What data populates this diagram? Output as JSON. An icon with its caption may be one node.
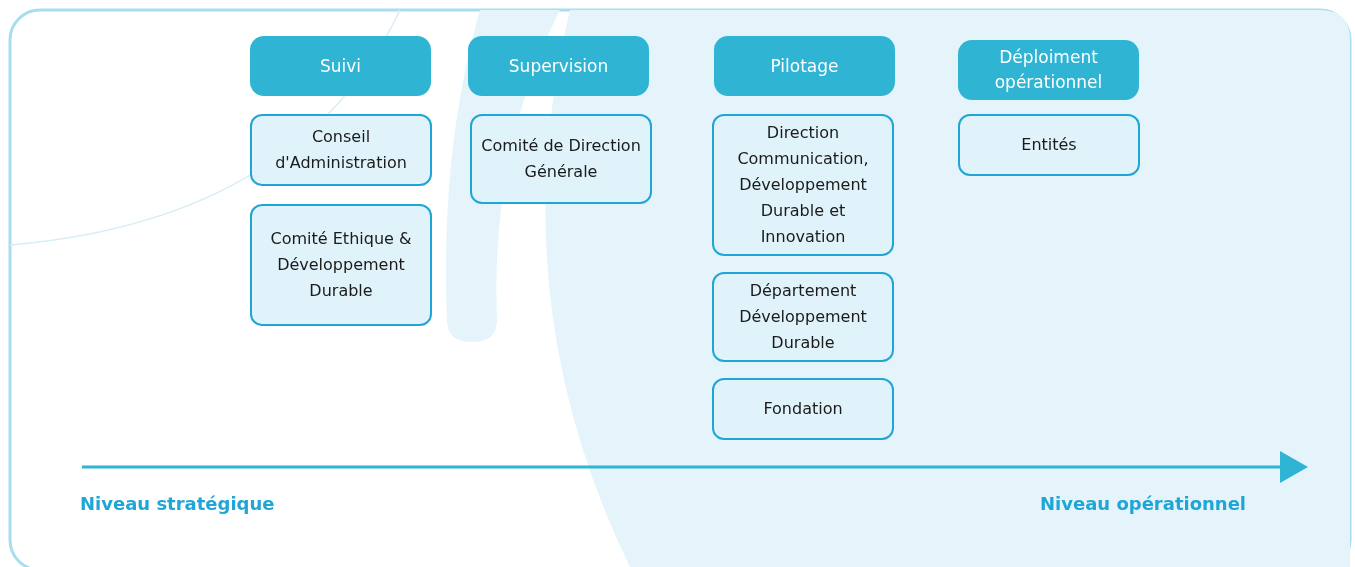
{
  "diagram": {
    "nodes": [
      {
        "text": [
          "Suivi"
        ]
      },
      {
        "text": [
          "Conseil d'Administration"
        ]
      },
      {
        "text": [
          "Comité Ethique & Développement Durable"
        ]
      },
      {
        "text": [
          "Supervision"
        ]
      },
      {
        "text": [
          "Comité de Direction Générale"
        ]
      },
      {
        "text": [
          "Pilotage"
        ]
      },
      {
        "text": [
          "Direction Communication, Développement Durable et Innovation"
        ]
      },
      {
        "text": [
          "Département Développement Durable"
        ]
      },
      {
        "text": [
          "Fondation"
        ]
      },
      {
        "text": [
          "Déploiment opérationnel"
        ]
      },
      {
        "text": [
          "Entités"
        ]
      }
    ],
    "labels": [
      "Niveau stratégique",
      "Niveau opérationnel"
    ]
  }
}
